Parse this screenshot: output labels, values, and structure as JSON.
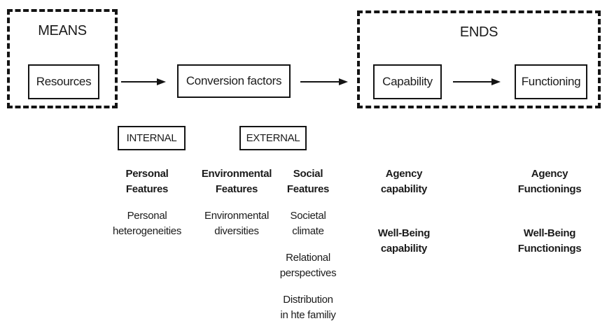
{
  "groups": {
    "means": {
      "label": "MEANS"
    },
    "ends": {
      "label": "ENDS"
    }
  },
  "nodes": {
    "resources": "Resources",
    "conversion_factors": "Conversion factors",
    "capability": "Capability",
    "functioning": "Functioning"
  },
  "factor_labels": {
    "internal": "INTERNAL",
    "external": "EXTERNAL"
  },
  "columns": [
    {
      "id": "personal",
      "items": [
        {
          "l1": "Personal",
          "l2": "Features",
          "bold": true
        },
        {
          "l1": "Personal",
          "l2": "heterogeneities",
          "bold": false
        }
      ]
    },
    {
      "id": "environmental",
      "items": [
        {
          "l1": "Environmental",
          "l2": "Features",
          "bold": true
        },
        {
          "l1": "Environmental",
          "l2": "diversities",
          "bold": false
        }
      ]
    },
    {
      "id": "social",
      "items": [
        {
          "l1": "Social",
          "l2": "Features",
          "bold": true
        },
        {
          "l1": "Societal",
          "l2": "climate",
          "bold": false
        },
        {
          "l1": "Relational",
          "l2": "perspectives",
          "bold": false
        },
        {
          "l1": "Distribution",
          "l2": "in hte familiy",
          "bold": false
        }
      ]
    },
    {
      "id": "capability",
      "items": [
        {
          "l1": "Agency",
          "l2": "capability",
          "bold": true
        },
        {
          "l1": "Well-Being",
          "l2": "capability",
          "bold": true
        }
      ]
    },
    {
      "id": "functionings",
      "items": [
        {
          "l1": "Agency",
          "l2": "Functionings",
          "bold": true
        },
        {
          "l1": "Well-Being",
          "l2": "Functionings",
          "bold": true
        }
      ]
    }
  ],
  "colors": {
    "ink": "#141414",
    "background": "#ffffff"
  }
}
